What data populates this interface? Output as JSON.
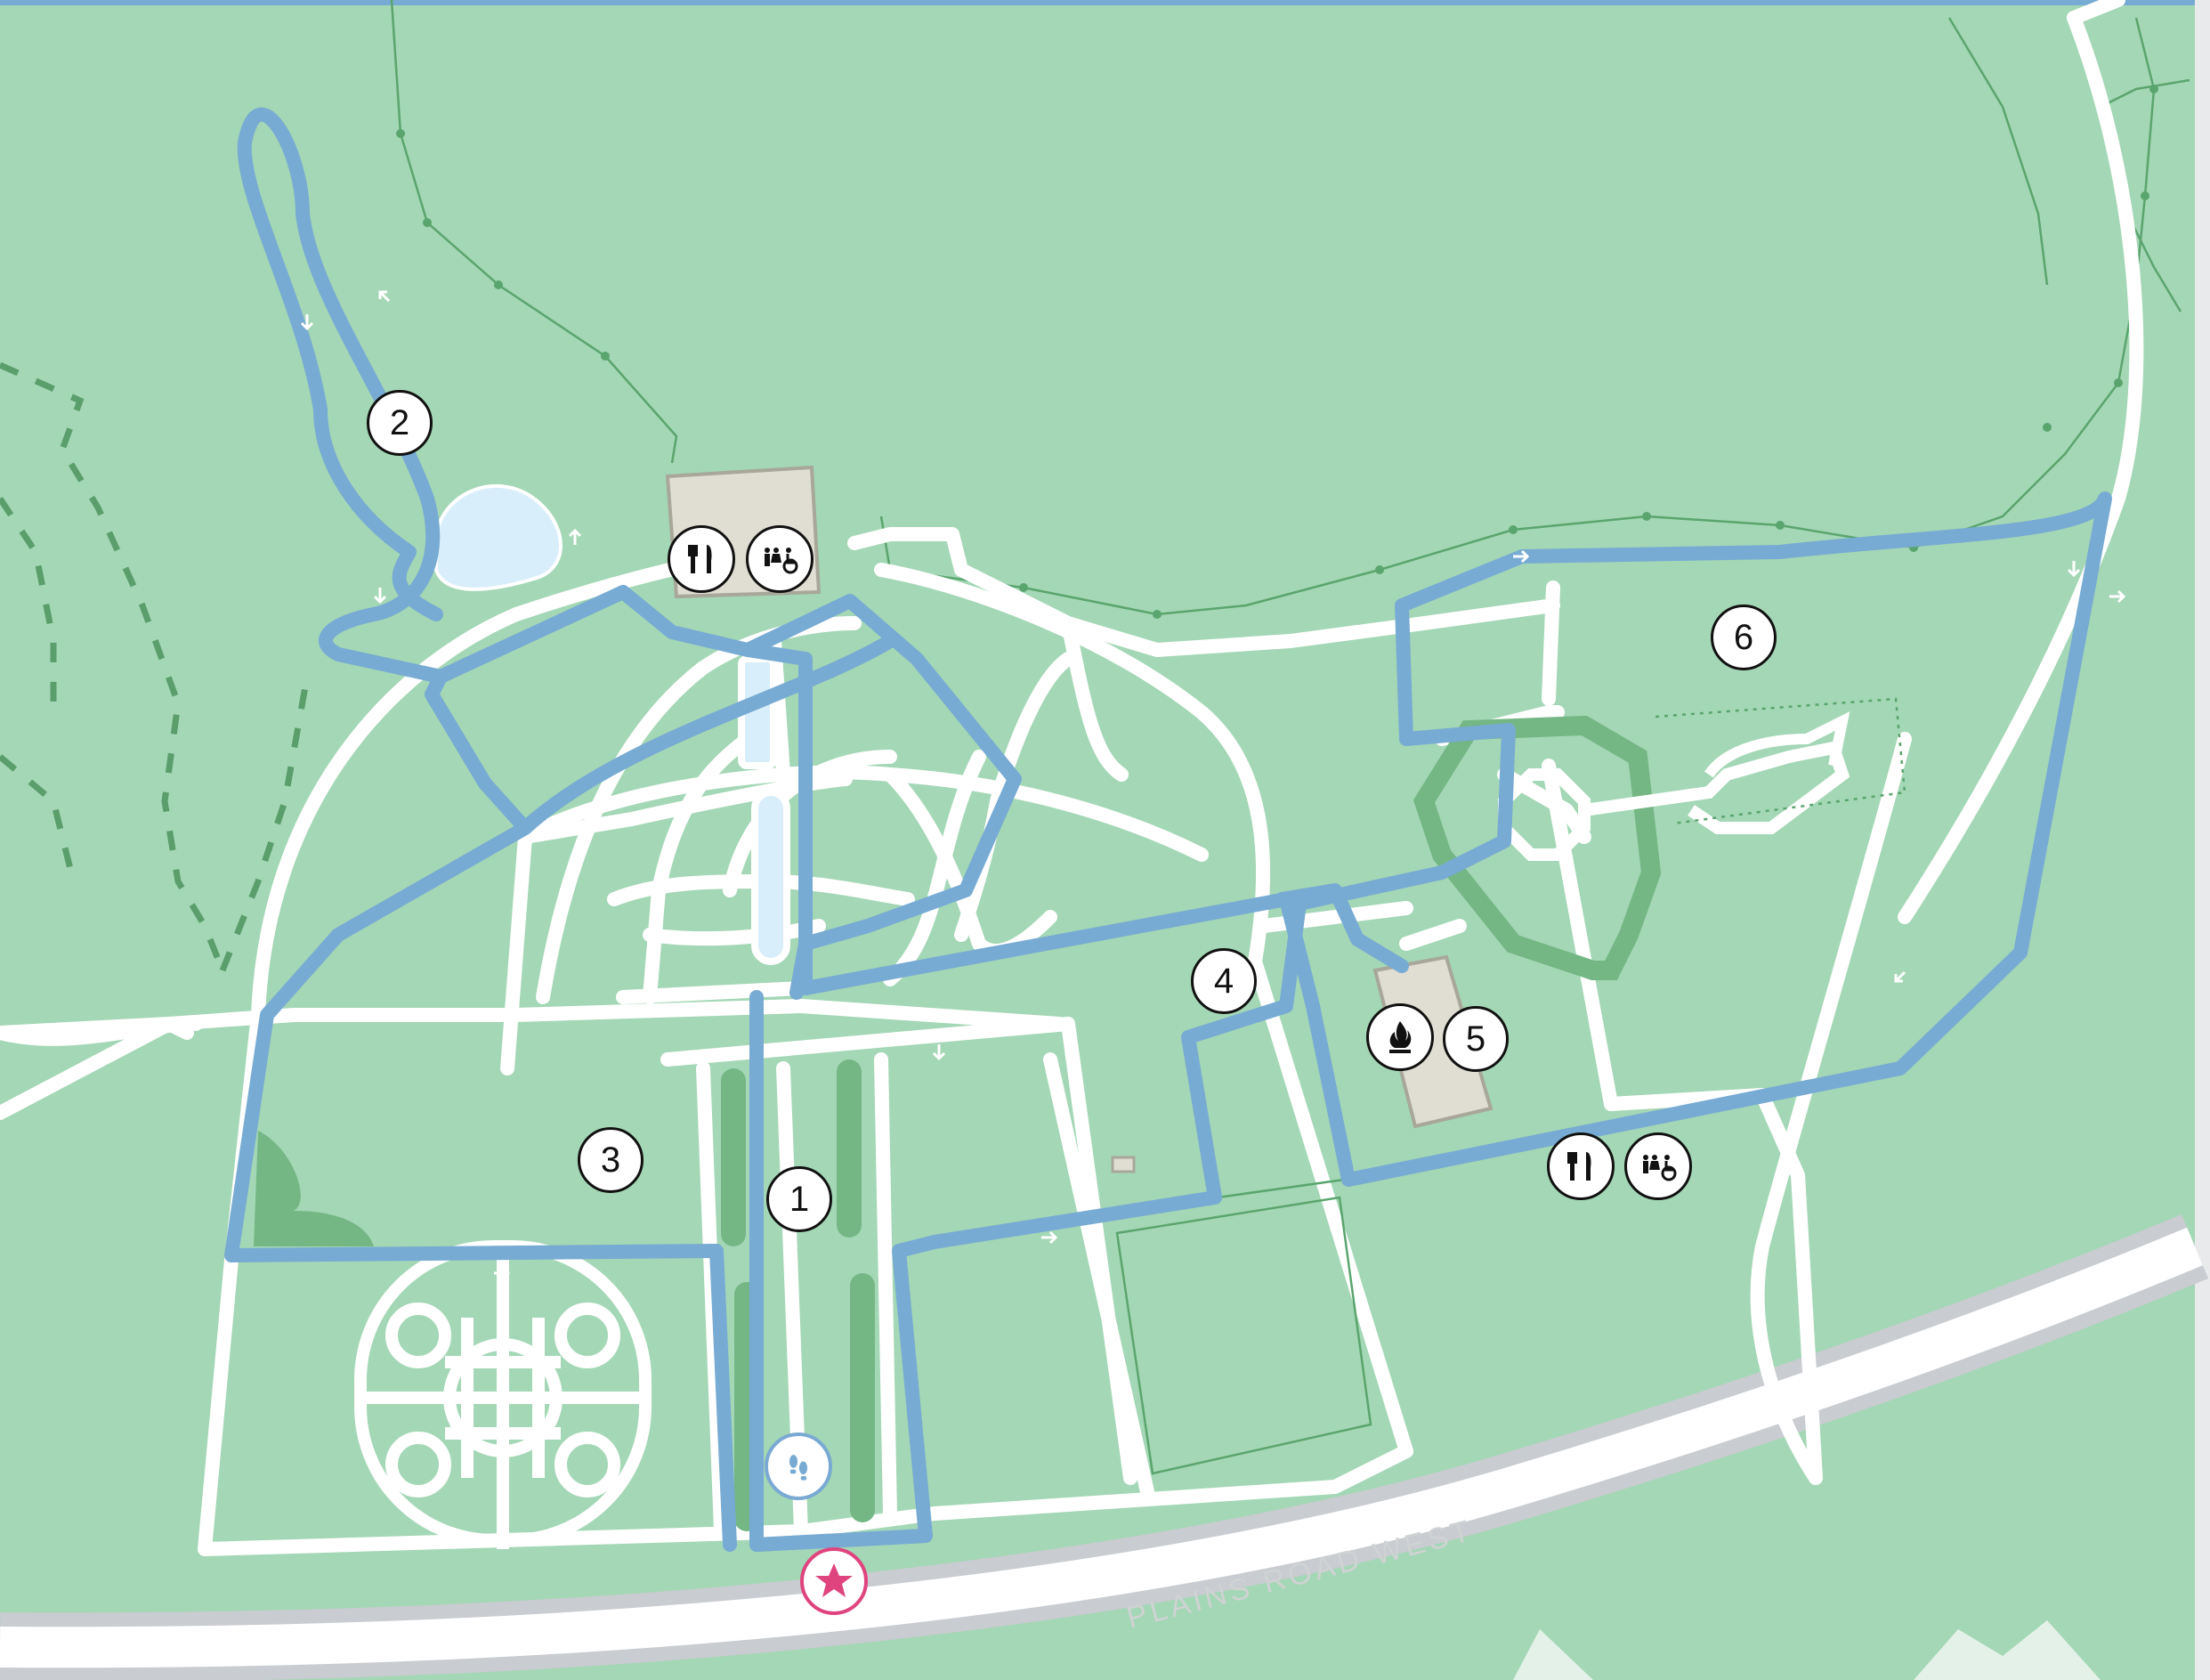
{
  "map": {
    "road_name": "PLAINS ROAD WEST",
    "stops": [
      {
        "number": "1",
        "name": "stop-1"
      },
      {
        "number": "2",
        "name": "stop-2"
      },
      {
        "number": "3",
        "name": "stop-3"
      },
      {
        "number": "4",
        "name": "stop-4"
      },
      {
        "number": "5",
        "name": "stop-5"
      },
      {
        "number": "6",
        "name": "stop-6"
      }
    ],
    "amenities": [
      "restaurant-icon",
      "accessible-washroom-icon",
      "campfire-icon",
      "walking-trail-start-icon",
      "start-star-icon"
    ],
    "colors": {
      "grass": "#a4d7b5",
      "path": "#ffffff",
      "route": "#77abd3",
      "hedge": "#74b785",
      "fence": "#5aa56e",
      "building": "#e0ddd2",
      "water": "#d9eefb",
      "road": "#c9ccd0",
      "start": "#e0447f"
    }
  }
}
